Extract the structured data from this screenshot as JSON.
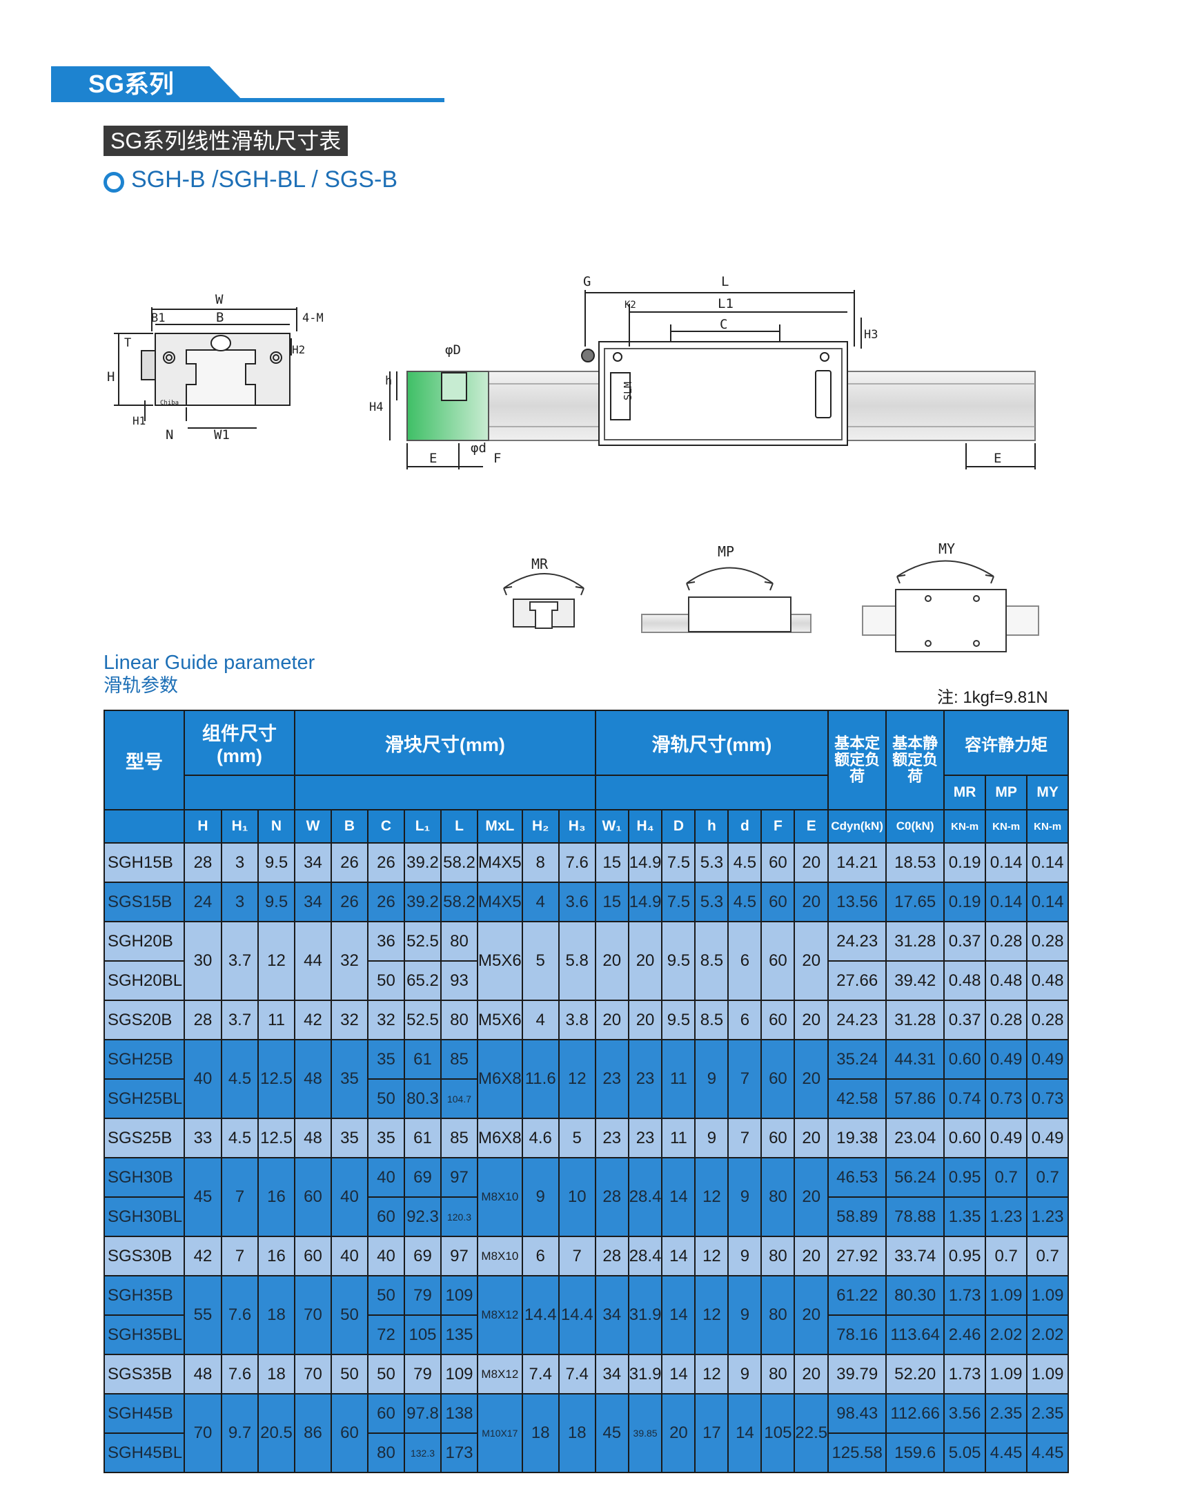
{
  "header": {
    "series_title": "SG系列",
    "subtitle": "SG系列线性滑轨尺寸表",
    "models": "SGH-B /SGH-BL / SGS-B"
  },
  "diagram_labels": {
    "W": "W",
    "B1": "B1",
    "B": "B",
    "M4": "4-M",
    "T": "T",
    "H": "H",
    "H1": "H1",
    "H2": "H2",
    "N": "N",
    "W1": "W1",
    "chiba": "Chiba",
    "G": "G",
    "L": "L",
    "K2": "K2",
    "L1": "L1",
    "C": "C",
    "H3": "H3",
    "phiD": "φD",
    "h": "h",
    "H4": "H4",
    "E": "E",
    "phid": "φd",
    "F": "F",
    "slm": "SLM",
    "MR": "MR",
    "MP": "MP",
    "MY": "MY"
  },
  "param": {
    "title_en": "Linear Guide parameter",
    "title_cn": "滑轨参数",
    "note": "注: 1kgf=9.81N"
  },
  "table": {
    "h_model": "型号",
    "h_assembly": "组件尺寸 (mm)",
    "h_block": "滑块尺寸(mm)",
    "h_rail": "滑轨尺寸(mm)",
    "h_cdyn": "基本定额定负荷",
    "h_c0": "基本静额定负荷",
    "h_static": "容许静力矩",
    "h_mr": "MR",
    "h_mp": "MP",
    "h_my": "MY",
    "cols": [
      "H",
      "H₁",
      "N",
      "W",
      "B",
      "C",
      "L₁",
      "L",
      "MxL",
      "H₂",
      "H₃",
      "W₁",
      "H₄",
      "D",
      "h",
      "d",
      "F",
      "E",
      "Cdyn(kN)",
      "C0(kN)",
      "KN-m",
      "KN-m",
      "KN-m"
    ]
  },
  "rows": [
    {
      "model": "SGH15B",
      "H": "28",
      "H1": "3",
      "N": "9.5",
      "W": "34",
      "B": "26",
      "C": "26",
      "L1": "39.2",
      "L": "58.2",
      "MxL": "M4X5",
      "H2": "8",
      "H3": "7.6",
      "W1": "15",
      "H4": "14.9",
      "D": "7.5",
      "h": "5.3",
      "d": "4.5",
      "F": "60",
      "E": "20",
      "Cdyn": "14.21",
      "C0": "18.53",
      "MR": "0.19",
      "MP": "0.14",
      "MY": "0.14"
    },
    {
      "model": "SGS15B",
      "H": "24",
      "H1": "3",
      "N": "9.5",
      "W": "34",
      "B": "26",
      "C": "26",
      "L1": "39.2",
      "L": "58.2",
      "MxL": "M4X5",
      "H2": "4",
      "H3": "3.6",
      "W1": "15",
      "H4": "14.9",
      "D": "7.5",
      "h": "5.3",
      "d": "4.5",
      "F": "60",
      "E": "20",
      "Cdyn": "13.56",
      "C0": "17.65",
      "MR": "0.19",
      "MP": "0.14",
      "MY": "0.14"
    },
    {
      "model": "SGH20B",
      "H": "30",
      "H1": "3.7",
      "N": "12",
      "W": "44",
      "B": "32",
      "C": "36",
      "L1": "52.5",
      "L": "80",
      "MxL": "M5X6",
      "H2": "5",
      "H3": "5.8",
      "W1": "20",
      "H4": "20",
      "D": "9.5",
      "h": "8.5",
      "d": "6",
      "F": "60",
      "E": "20",
      "Cdyn": "24.23",
      "C0": "31.28",
      "MR": "0.37",
      "MP": "0.28",
      "MY": "0.28"
    },
    {
      "model": "SGH20BL",
      "C": "50",
      "L1": "65.2",
      "L": "93",
      "Cdyn": "27.66",
      "C0": "39.42",
      "MR": "0.48",
      "MP": "0.48",
      "MY": "0.48"
    },
    {
      "model": "SGS20B",
      "H": "28",
      "H1": "3.7",
      "N": "11",
      "W": "42",
      "B": "32",
      "C": "32",
      "L1": "52.5",
      "L": "80",
      "MxL": "M5X6",
      "H2": "4",
      "H3": "3.8",
      "W1": "20",
      "H4": "20",
      "D": "9.5",
      "h": "8.5",
      "d": "6",
      "F": "60",
      "E": "20",
      "Cdyn": "24.23",
      "C0": "31.28",
      "MR": "0.37",
      "MP": "0.28",
      "MY": "0.28"
    },
    {
      "model": "SGH25B",
      "H": "40",
      "H1": "4.5",
      "N": "12.5",
      "W": "48",
      "B": "35",
      "C": "35",
      "L1": "61",
      "L": "85",
      "MxL": "M6X8",
      "H2": "11.6",
      "H3": "12",
      "W1": "23",
      "H4": "23",
      "D": "11",
      "h": "9",
      "d": "7",
      "F": "60",
      "E": "20",
      "Cdyn": "35.24",
      "C0": "44.31",
      "MR": "0.60",
      "MP": "0.49",
      "MY": "0.49"
    },
    {
      "model": "SGH25BL",
      "C": "50",
      "L1": "80.3",
      "L": "104.7",
      "Cdyn": "42.58",
      "C0": "57.86",
      "MR": "0.74",
      "MP": "0.73",
      "MY": "0.73"
    },
    {
      "model": "SGS25B",
      "H": "33",
      "H1": "4.5",
      "N": "12.5",
      "W": "48",
      "B": "35",
      "C": "35",
      "L1": "61",
      "L": "85",
      "MxL": "M6X8",
      "H2": "4.6",
      "H3": "5",
      "W1": "23",
      "H4": "23",
      "D": "11",
      "h": "9",
      "d": "7",
      "F": "60",
      "E": "20",
      "Cdyn": "19.38",
      "C0": "23.04",
      "MR": "0.60",
      "MP": "0.49",
      "MY": "0.49"
    },
    {
      "model": "SGH30B",
      "H": "45",
      "H1": "7",
      "N": "16",
      "W": "60",
      "B": "40",
      "C": "40",
      "L1": "69",
      "L": "97",
      "MxL": "M8X10",
      "H2": "9",
      "H3": "10",
      "W1": "28",
      "H4": "28.4",
      "D": "14",
      "h": "12",
      "d": "9",
      "F": "80",
      "E": "20",
      "Cdyn": "46.53",
      "C0": "56.24",
      "MR": "0.95",
      "MP": "0.7",
      "MY": "0.7"
    },
    {
      "model": "SGH30BL",
      "C": "60",
      "L1": "92.3",
      "L": "120.3",
      "Cdyn": "58.89",
      "C0": "78.88",
      "MR": "1.35",
      "MP": "1.23",
      "MY": "1.23"
    },
    {
      "model": "SGS30B",
      "H": "42",
      "H1": "7",
      "N": "16",
      "W": "60",
      "B": "40",
      "C": "40",
      "L1": "69",
      "L": "97",
      "MxL": "M8X10",
      "H2": "6",
      "H3": "7",
      "W1": "28",
      "H4": "28.4",
      "D": "14",
      "h": "12",
      "d": "9",
      "F": "80",
      "E": "20",
      "Cdyn": "27.92",
      "C0": "33.74",
      "MR": "0.95",
      "MP": "0.7",
      "MY": "0.7"
    },
    {
      "model": "SGH35B",
      "H": "55",
      "H1": "7.6",
      "N": "18",
      "W": "70",
      "B": "50",
      "C": "50",
      "L1": "79",
      "L": "109",
      "MxL": "M8X12",
      "H2": "14.4",
      "H3": "14.4",
      "W1": "34",
      "H4": "31.9",
      "D": "14",
      "h": "12",
      "d": "9",
      "F": "80",
      "E": "20",
      "Cdyn": "61.22",
      "C0": "80.30",
      "MR": "1.73",
      "MP": "1.09",
      "MY": "1.09"
    },
    {
      "model": "SGH35BL",
      "C": "72",
      "L1": "105",
      "L": "135",
      "Cdyn": "78.16",
      "C0": "113.64",
      "MR": "2.46",
      "MP": "2.02",
      "MY": "2.02"
    },
    {
      "model": "SGS35B",
      "H": "48",
      "H1": "7.6",
      "N": "18",
      "W": "70",
      "B": "50",
      "C": "50",
      "L1": "79",
      "L": "109",
      "MxL": "M8X12",
      "H2": "7.4",
      "H3": "7.4",
      "W1": "34",
      "H4": "31.9",
      "D": "14",
      "h": "12",
      "d": "9",
      "F": "80",
      "E": "20",
      "Cdyn": "39.79",
      "C0": "52.20",
      "MR": "1.73",
      "MP": "1.09",
      "MY": "1.09"
    },
    {
      "model": "SGH45B",
      "H": "70",
      "H1": "9.7",
      "N": "20.5",
      "W": "86",
      "B": "60",
      "C": "60",
      "L1": "97.8",
      "L": "138",
      "MxL": "M10X17",
      "H2": "18",
      "H3": "18",
      "W1": "45",
      "H4": "39.85",
      "D": "20",
      "h": "17",
      "d": "14",
      "F": "105",
      "E": "22.5",
      "Cdyn": "98.43",
      "C0": "112.66",
      "MR": "3.56",
      "MP": "2.35",
      "MY": "2.35"
    },
    {
      "model": "SGH45BL",
      "C": "80",
      "L1": "132.3",
      "L": "173",
      "Cdyn": "125.58",
      "C0": "159.6",
      "MR": "5.05",
      "MP": "4.45",
      "MY": "4.45"
    }
  ],
  "colors": {
    "accent": "#1d83d0",
    "row_light": "#a8c7ea",
    "row_dark": "#2f8ad4"
  }
}
